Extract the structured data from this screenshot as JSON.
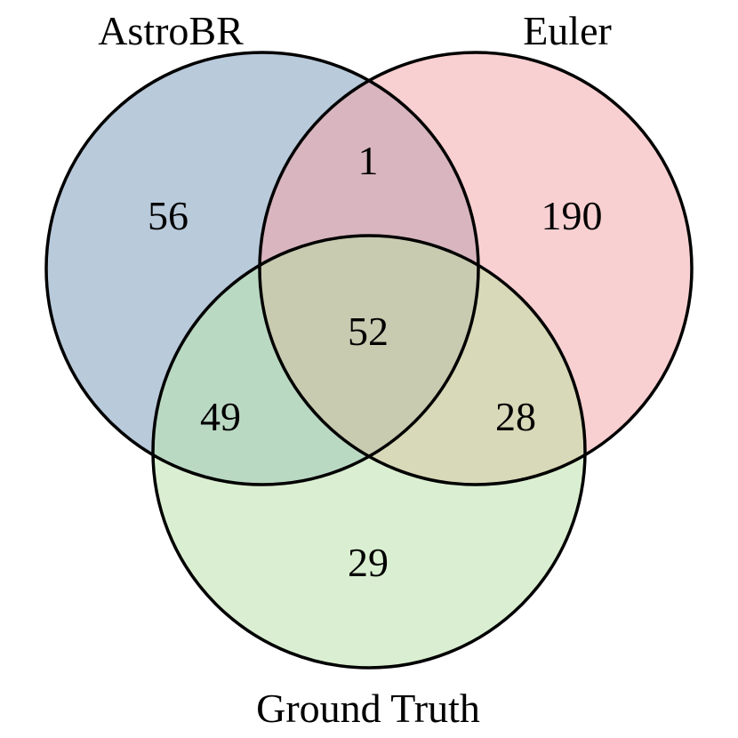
{
  "sets": [
    {
      "key": "A",
      "label": "AstroBR",
      "color": "#b9cadb"
    },
    {
      "key": "B",
      "label": "Euler",
      "color": "#f9d0d1"
    },
    {
      "key": "C",
      "label": "Ground Truth",
      "color": "#daefd1"
    }
  ],
  "regions": {
    "A_only": "56",
    "B_only": "190",
    "C_only": "29",
    "A_B": "1",
    "A_C": "49",
    "B_C": "28",
    "A_B_C": "52"
  },
  "overlap_colors": {
    "A_B": "#d8b5bf",
    "A_C": "#bad9c3",
    "B_C": "#d8d9b8",
    "A_B_C": "#c8cbb0"
  }
}
